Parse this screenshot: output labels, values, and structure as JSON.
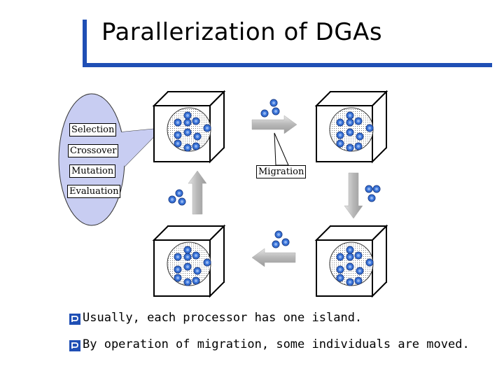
{
  "title": "Parallerization of DGAs",
  "callout_labels": {
    "selection": "Selection",
    "crossover": "Crossover",
    "mutation": "Mutation",
    "evaluation": "Evaluation"
  },
  "migration_label": "Migration",
  "bullets": [
    "Usually, each processor has one island.",
    "By operation of migration, some individuals are moved."
  ],
  "colors": {
    "title_bar": "#1f4fb5",
    "individual": "#3a74d8",
    "callout_fill": "#c8cdf2",
    "bullet": "#1f4fb5"
  }
}
